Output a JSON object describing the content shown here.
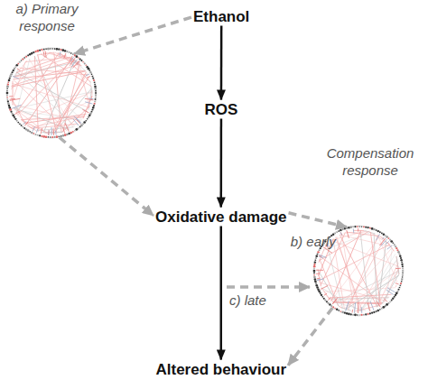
{
  "diagram": {
    "nodes": [
      {
        "text": [
          "Ethanol"
        ]
      },
      {
        "text": [
          "a) Primary response"
        ]
      },
      {
        "text": [
          "ROS"
        ]
      },
      {
        "text": [
          "Oxidative damage"
        ]
      },
      {
        "text": [
          "Compensation response"
        ]
      },
      {
        "text": [
          "Altered behaviour"
        ]
      }
    ],
    "edges": [
      {
        "from": 0,
        "to": 2,
        "arrow": "to"
      },
      {
        "from": 2,
        "to": 3,
        "arrow": "to"
      },
      {
        "from": 3,
        "to": 5,
        "arrow": "to"
      },
      {
        "from": 0,
        "to": 1,
        "arrow": "to"
      },
      {
        "from": 1,
        "to": 3,
        "arrow": "to"
      },
      {
        "from": 3,
        "to": 4,
        "label": "b) early",
        "arrow": "to"
      },
      {
        "from": 4,
        "to": 5,
        "arrow": "to"
      }
    ],
    "labels": [
      "c) late"
    ]
  }
}
